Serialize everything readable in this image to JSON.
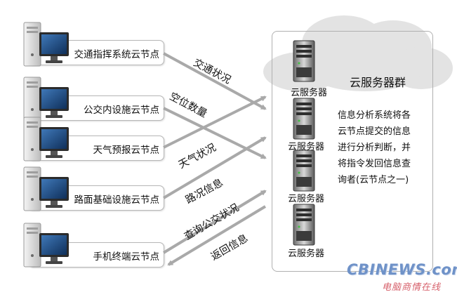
{
  "nodes": [
    {
      "label": "交通指挥系统云节点"
    },
    {
      "label": "公交内设施云节点"
    },
    {
      "label": "天气预报云节点"
    },
    {
      "label": "路面基础设施云节点"
    },
    {
      "label": "手机终端云节点"
    }
  ],
  "flows": [
    {
      "label": "交通状况"
    },
    {
      "label": "空位数量"
    },
    {
      "label": "天气状况"
    },
    {
      "label": "路况信息"
    },
    {
      "label": "查询公交状况"
    },
    {
      "label": "返回信息"
    }
  ],
  "cluster": {
    "title": "云服务器群",
    "servers": [
      {
        "label": "云服务器"
      },
      {
        "label": "云服务器"
      },
      {
        "label": "云服务器"
      },
      {
        "label": "云服务器"
      }
    ],
    "description_lines": [
      "信息分析系统将各",
      "云节点提交的信息",
      "进行分析判断，并",
      "将指令发回信息查",
      "询者(云节点之一)"
    ]
  },
  "watermark": {
    "brand": "CBINEWS.com",
    "cn": "电脑商情在线"
  },
  "colors": {
    "arrow": "#a9a9a9",
    "cloud": "#e3e3e3",
    "screen": "#1f4d86",
    "watermark_blue": "#6f92c8",
    "watermark_red": "#d65f6a"
  }
}
